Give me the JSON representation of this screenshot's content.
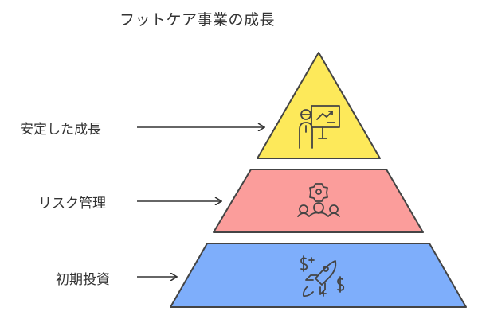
{
  "title": "フットケア事業の成長",
  "levels": [
    {
      "label": "安定した成長",
      "icon": "presentation-growth-icon",
      "color": "#fde95a"
    },
    {
      "label": "リスク管理",
      "icon": "team-gear-icon",
      "color": "#fb9d9b"
    },
    {
      "label": "初期投資",
      "icon": "rocket-money-icon",
      "color": "#7eaefb"
    }
  ]
}
